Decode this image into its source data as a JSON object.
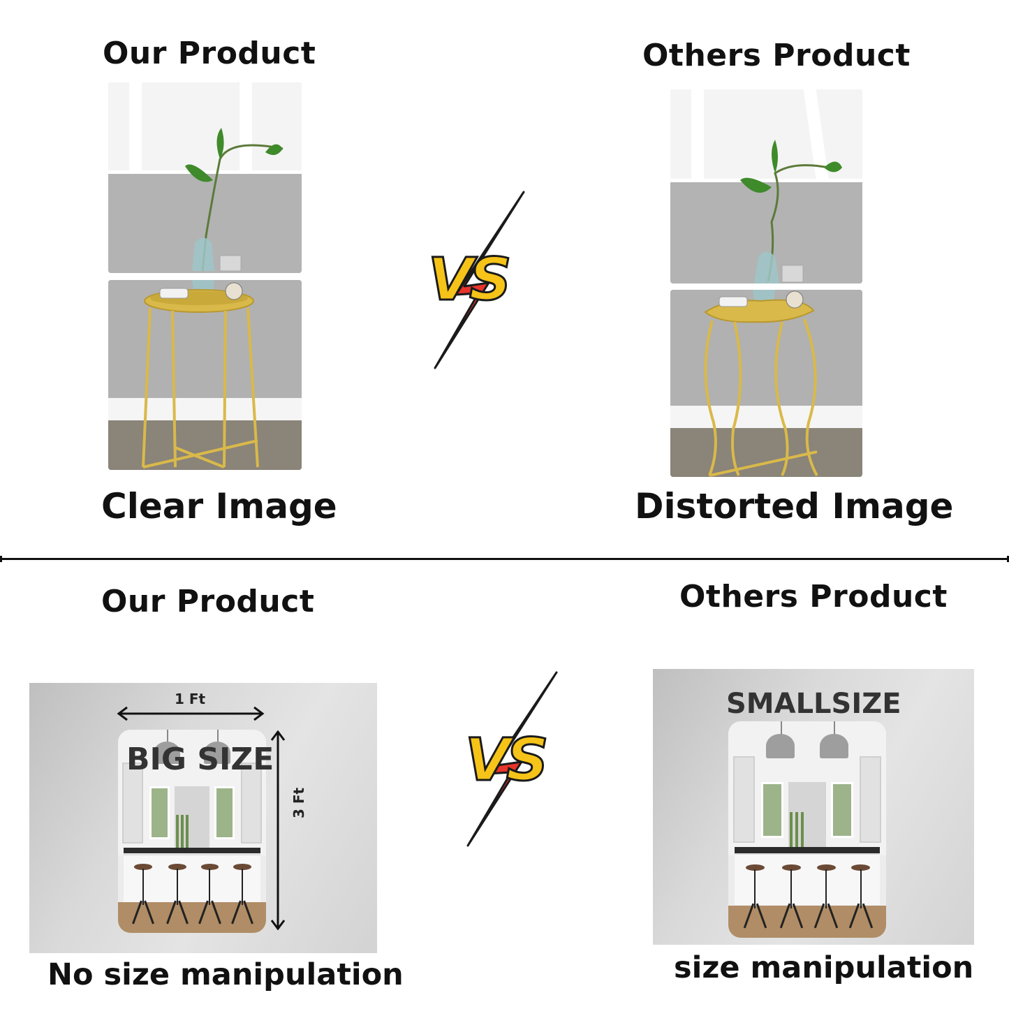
{
  "top": {
    "left_heading": "Our Product",
    "right_heading": "Others Product",
    "left_caption": "Clear Image",
    "right_caption": "Distorted Image",
    "vs_label": "VS"
  },
  "bottom": {
    "left_heading": "Our Product",
    "right_heading": "Others Product",
    "big_size_label": "BIG SIZE",
    "small_size_label": "SMALLSIZE",
    "width_label": "1 Ft",
    "height_label": "3 Ft",
    "left_caption": "No size manipulation",
    "right_caption": "size manipulation",
    "vs_label": "VS"
  },
  "colors": {
    "bolt_red": "#e8332b",
    "vs_yellow": "#f6c318",
    "outline": "#1a1a1a",
    "table_gold": "#d9b94a"
  },
  "icons": {
    "vs_badge": "lightning-vs-icon",
    "arrow": "double-arrow-icon"
  }
}
